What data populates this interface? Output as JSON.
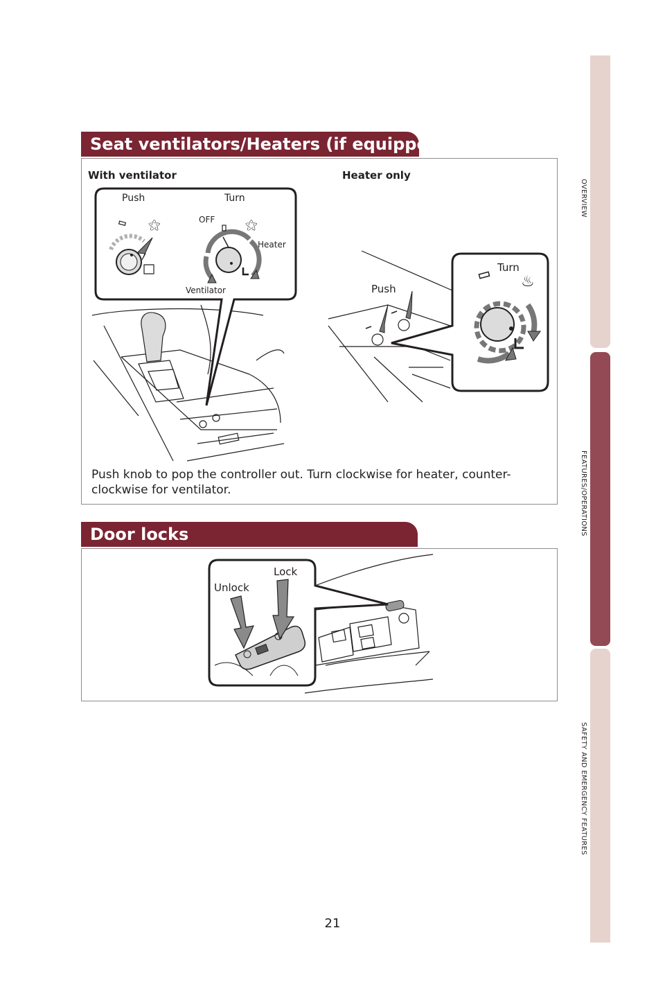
{
  "side_tabs": {
    "overview": "OVERVIEW",
    "features": "FEATURES/OPERATIONS",
    "safety": "SAFETY AND EMERGENCY FEATURES"
  },
  "seat_section": {
    "title": "Seat ventilators/Heaters (if equipped)",
    "with_ventilator": "With ventilator",
    "heater_only": "Heater only",
    "callout_left": {
      "push": "Push",
      "turn": "Turn",
      "off": "OFF",
      "heater": "Heater",
      "ventilator": "Ventilator"
    },
    "callout_right": {
      "push": "Push",
      "turn": "Turn"
    },
    "description": "Push knob to pop the controller out. Turn clockwise for heater, counter-clockwise for ventilator."
  },
  "door_section": {
    "title": "Door locks",
    "lock": "Lock",
    "unlock": "Unlock"
  },
  "page_number": "21",
  "colors": {
    "header": "#7b2432",
    "tab_active": "#944a54",
    "tab_inactive": "#e6d3ce"
  }
}
